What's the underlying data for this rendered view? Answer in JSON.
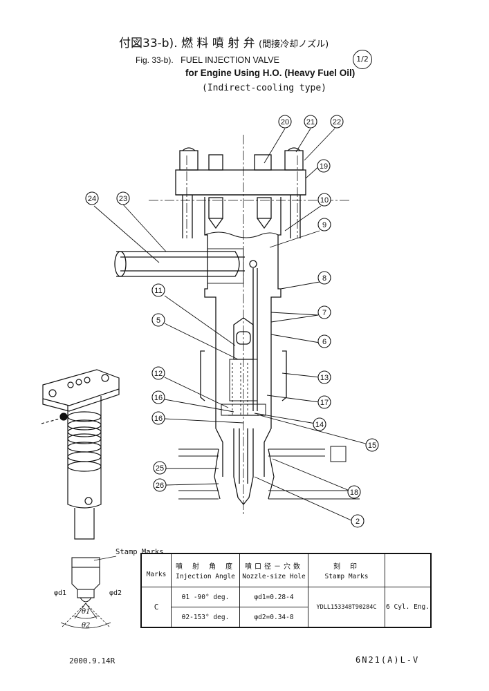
{
  "header": {
    "title_jp": "付図33-b).  燃 料 噴 射 弁",
    "title_jp_sub": "(間接冷却ノズル)",
    "fig_label": "Fig. 33-b).",
    "fig_title": "FUEL INJECTION VALVE",
    "subtitle": "for Engine Using H.O. (Heavy Fuel Oil)",
    "type_note": "(Indirect-cooling type)",
    "page_fraction": "1/2"
  },
  "callouts": [
    "20",
    "21",
    "22",
    "19",
    "24",
    "23",
    "10",
    "9",
    "8",
    "11",
    "7",
    "5",
    "6",
    "12",
    "13",
    "16",
    "17",
    "16",
    "14",
    "15",
    "25",
    "26",
    "18",
    "2"
  ],
  "detail": {
    "stamp_label": "Stamp Marks",
    "d1_label": "φd1",
    "d2_label": "φd2",
    "theta1_label": "θ1",
    "theta2_label": "θ2"
  },
  "table": {
    "headers": {
      "marks": "Marks",
      "angle_jp": "噴 射 角 度",
      "angle_en": "Injection Angle",
      "hole_jp": "噴口径－穴数",
      "hole_en": "Nozzle-size Hole",
      "stamp_jp": "刻   印",
      "stamp_en": "Stamp Marks"
    },
    "rows": {
      "mark": "C",
      "angle1": "θ1 -90° deg.",
      "angle2": "θ2-153° deg.",
      "hole1": "φd1=0.28-4",
      "hole2": "φd2=0.34-8",
      "stamp": "YDLL153348T90284C",
      "engine": "6 Cyl. Eng."
    }
  },
  "footer": {
    "date": "2000.9.14R",
    "code": "6N21(A)L-V"
  },
  "colors": {
    "ink": "#111111",
    "paper": "#ffffff"
  }
}
